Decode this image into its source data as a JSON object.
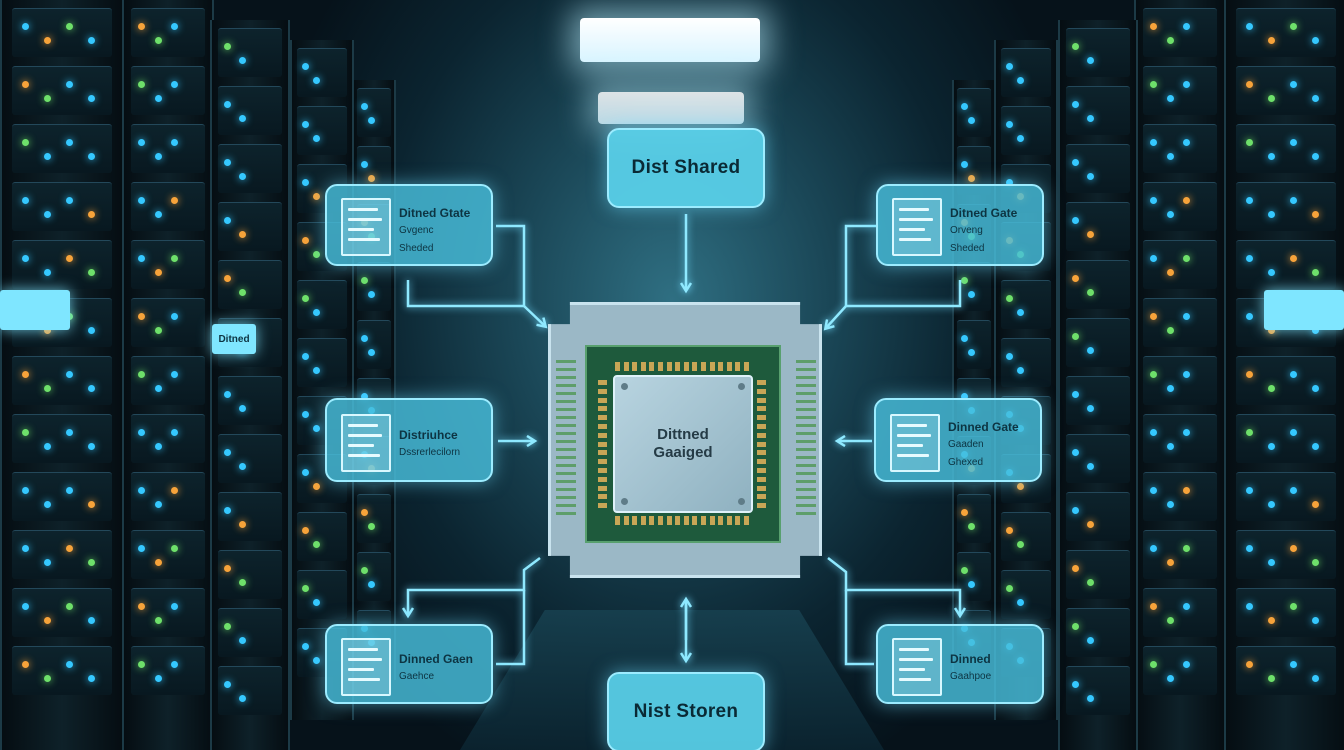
{
  "image": {
    "description_kind": "illustration",
    "colors": {
      "accent": "#7fe6ff",
      "box_fill": "#48bedc",
      "background": "#06121a"
    }
  },
  "labels": {
    "top": "Dist Shared",
    "bottom": "Nist Storen",
    "chip": [
      "Dittned",
      "Gaaiged"
    ],
    "left_upper": [
      "Ditned Gtate",
      "Gvgenc",
      "Sheded"
    ],
    "left_middle": [
      "Distriuhce",
      "Dssrerlecilorn"
    ],
    "left_lower": [
      "Dinned Gaen",
      "Gaehce"
    ],
    "right_upper": [
      "Ditned Gate",
      "Orveng",
      "Sheded"
    ],
    "right_middle": [
      "Dinned Gate",
      "Gaaden",
      "Ghexed"
    ],
    "right_lower": [
      "Dinned",
      "Gaahpoe"
    ],
    "rack_display_left": "Ditned",
    "icons": [
      "document-icon",
      "server-rack",
      "cpu-chip"
    ]
  }
}
